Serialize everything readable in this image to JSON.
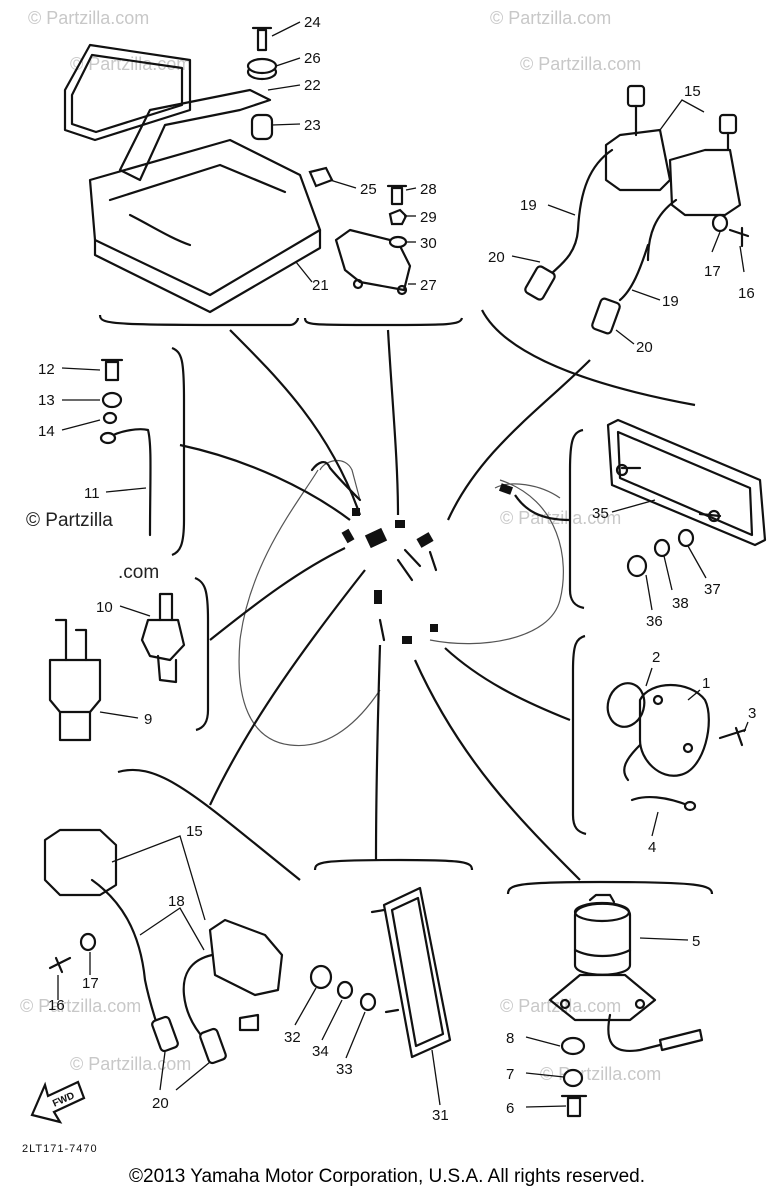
{
  "watermark": {
    "text": "© Partzilla.com",
    "prominent_line1": "© Partzilla",
    "prominent_line2": ".com"
  },
  "callouts": {
    "c1": "1",
    "c2": "2",
    "c3": "3",
    "c4": "4",
    "c5": "5",
    "c6": "6",
    "c7": "7",
    "c8": "8",
    "c9": "9",
    "c10": "10",
    "c11": "11",
    "c12": "12",
    "c13": "13",
    "c14": "14",
    "c15a": "15",
    "c15b": "15",
    "c16a": "16",
    "c16b": "16",
    "c17a": "17",
    "c17b": "17",
    "c18": "18",
    "c19a": "19",
    "c19b": "19",
    "c20a": "20",
    "c20b": "20",
    "c20c": "20",
    "c21": "21",
    "c22": "22",
    "c23": "23",
    "c24": "24",
    "c25": "25",
    "c26": "26",
    "c27": "27",
    "c28": "28",
    "c29": "29",
    "c30": "30",
    "c31": "31",
    "c32": "32",
    "c33": "33",
    "c34": "34",
    "c35": "35",
    "c36": "36",
    "c37": "37",
    "c38": "38"
  },
  "fwd_label": "FWD",
  "diagram_code": "2LT171-7470",
  "copyright": "©2013 Yamaha Motor Corporation, U.S.A. All rights reserved."
}
